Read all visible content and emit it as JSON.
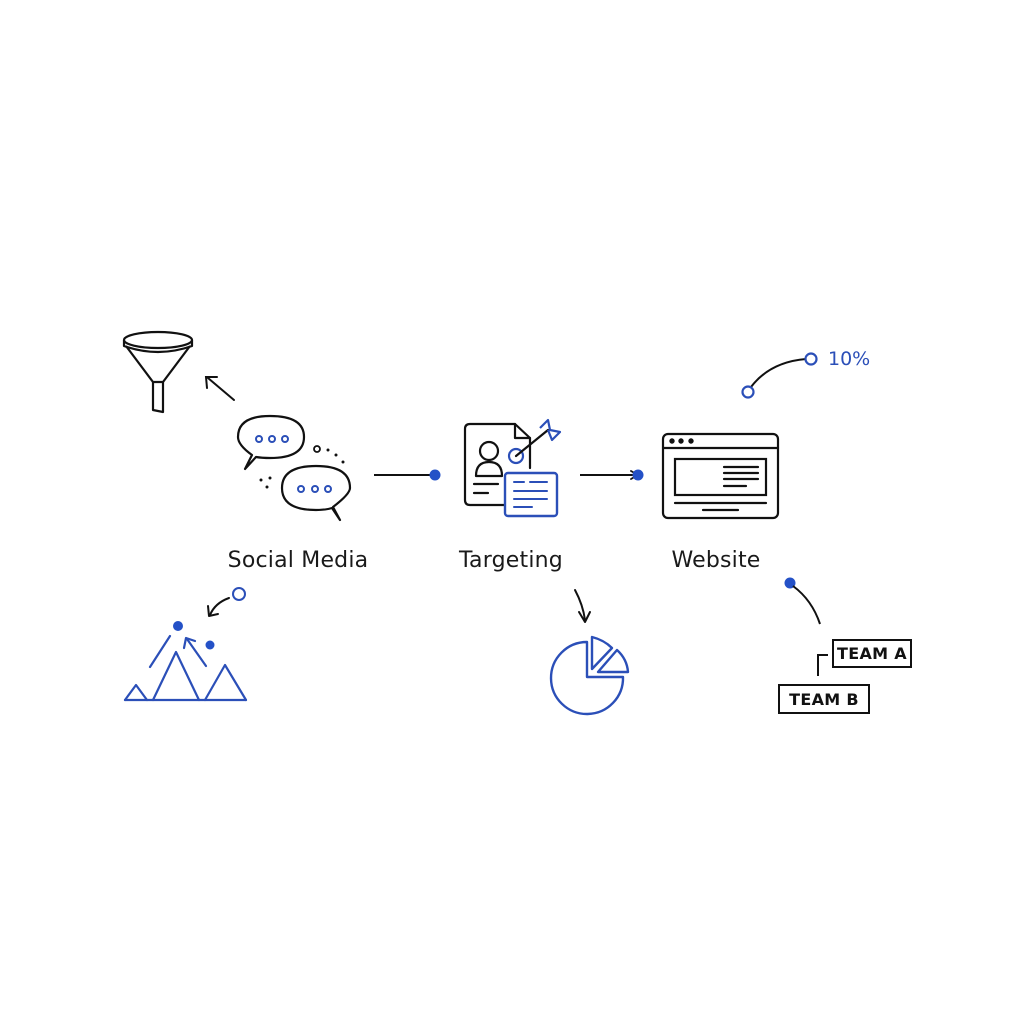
{
  "colors": {
    "background": "#ffffff",
    "stroke": "#111111",
    "accent": "#2b4fb8",
    "accent_fill": "#2451c7"
  },
  "stages": [
    {
      "id": "social-media",
      "label": "Social Media",
      "icon": "chat-bubbles-icon"
    },
    {
      "id": "targeting",
      "label": "Targeting",
      "icon": "profile-target-icon"
    },
    {
      "id": "website",
      "label": "Website",
      "icon": "browser-window-icon"
    }
  ],
  "connectors": [
    {
      "from": "social-media",
      "to": "targeting",
      "style": "line-with-dot"
    },
    {
      "from": "targeting",
      "to": "website",
      "style": "arrow-with-dot"
    }
  ],
  "satellites": {
    "funnel": {
      "icon": "funnel-icon"
    },
    "mountains": {
      "icon": "mountain-growth-icon"
    },
    "pie": {
      "icon": "pie-chart-icon"
    },
    "conversion": {
      "value": "10%"
    },
    "teams": [
      {
        "label": "TEAM A"
      },
      {
        "label": "TEAM B"
      }
    ]
  }
}
